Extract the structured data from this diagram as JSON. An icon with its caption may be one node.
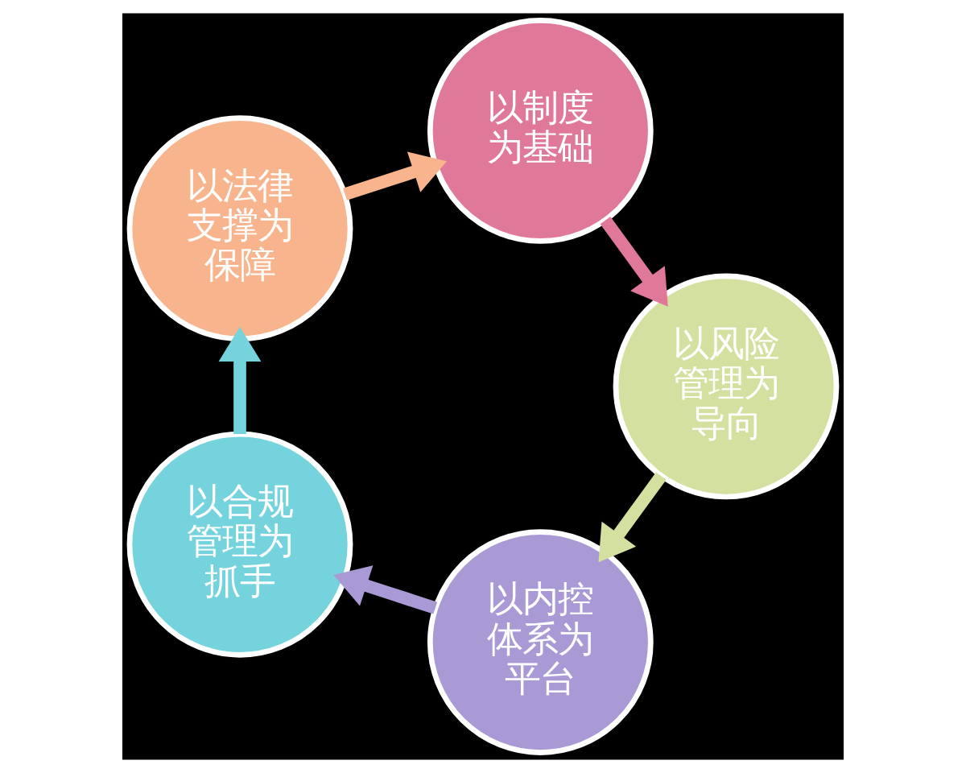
{
  "diagram": {
    "nodes": [
      {
        "text": [
          "以制度为基础"
        ]
      },
      {
        "text": [
          "以风险管理为导向"
        ]
      },
      {
        "text": [
          "以内控体系为平台"
        ]
      },
      {
        "text": [
          "以合规管理为抓手"
        ]
      },
      {
        "text": [
          "以法律支撑为保障"
        ]
      }
    ],
    "edges": [
      {
        "from": 0,
        "to": 1,
        "arrow": "to",
        "color": "#e0789a"
      },
      {
        "from": 1,
        "to": 2,
        "arrow": "to",
        "color": "#d3e0a0"
      },
      {
        "from": 2,
        "to": 3,
        "arrow": "to",
        "color": "#a99ad6"
      },
      {
        "from": 3,
        "to": 4,
        "arrow": "to",
        "color": "#74d3dc"
      },
      {
        "from": 4,
        "to": 0,
        "arrow": "to",
        "color": "#f8b48c"
      }
    ]
  }
}
